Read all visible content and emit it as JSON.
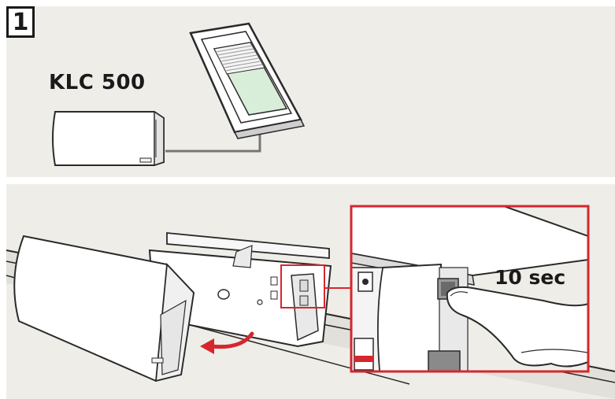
{
  "step": {
    "number": "1"
  },
  "device": {
    "model": "KLC 500"
  },
  "instruction": {
    "press_duration": "10 sec"
  },
  "colors": {
    "panel_bg": "#efede8",
    "highlight_red": "#d6262e",
    "line_dark": "#2a2a2a",
    "device_white": "#ffffff",
    "window_glass": "#d9eed9"
  },
  "icons": [
    "window-icon",
    "control-unit-icon",
    "arrow-icon",
    "pointing-hand-icon",
    "reset-button-icon"
  ]
}
